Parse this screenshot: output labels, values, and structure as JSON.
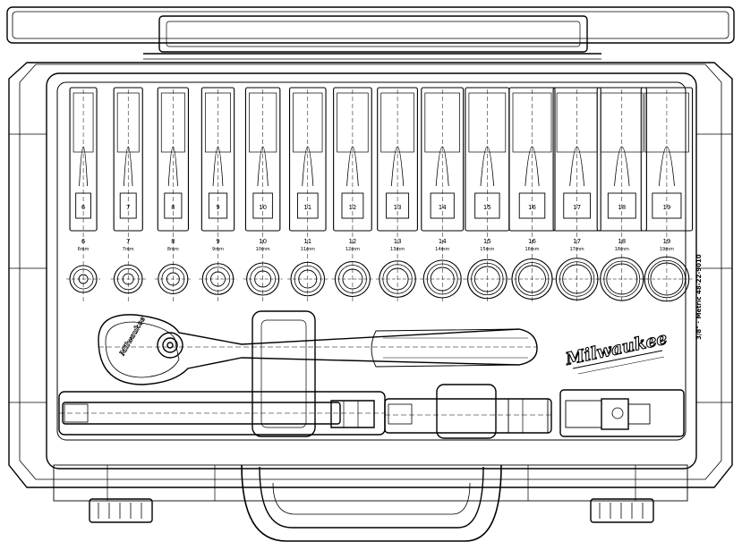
{
  "brand": "Milwaukee",
  "side_label": "3/8\" · Metric  48-22-9010",
  "sockets": [
    {
      "size": "6",
      "sub": "6mm"
    },
    {
      "size": "7",
      "sub": "7mm"
    },
    {
      "size": "8",
      "sub": "8mm"
    },
    {
      "size": "9",
      "sub": "9mm"
    },
    {
      "size": "10",
      "sub": "10mm"
    },
    {
      "size": "11",
      "sub": "11mm"
    },
    {
      "size": "12",
      "sub": "12mm"
    },
    {
      "size": "13",
      "sub": "13mm"
    },
    {
      "size": "14",
      "sub": "14mm"
    },
    {
      "size": "15",
      "sub": "15mm"
    },
    {
      "size": "16",
      "sub": "16mm"
    },
    {
      "size": "17",
      "sub": "17mm"
    },
    {
      "size": "18",
      "sub": "18mm"
    },
    {
      "size": "19",
      "sub": "19mm"
    }
  ]
}
